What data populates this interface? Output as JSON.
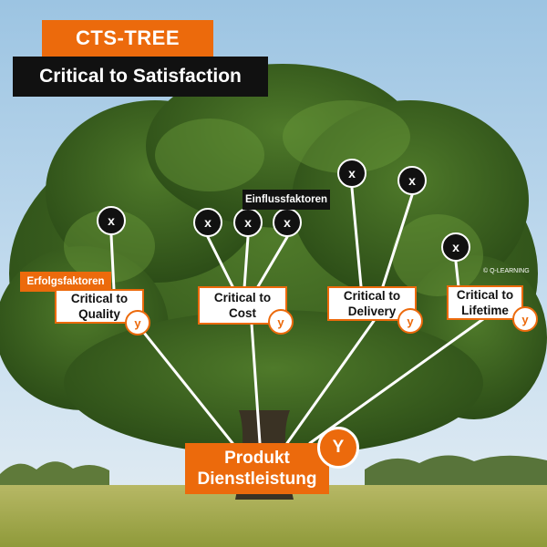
{
  "header": {
    "title": "CTS-TREE",
    "subtitle": "Critical to Satisfaction"
  },
  "labels": {
    "success_factors": "Erfolgsfaktoren",
    "influence_factors": "Einflussfaktoren",
    "credit": "© Q-LEARNING"
  },
  "factor_symbol": "x",
  "criteria": [
    {
      "label": "Critical to\nQuality",
      "y": "y"
    },
    {
      "label": "Critical to\nCost",
      "y": "y"
    },
    {
      "label": "Critical to\nDelivery",
      "y": "y"
    },
    {
      "label": "Critical to\nLifetime",
      "y": "y"
    }
  ],
  "root": {
    "label": "Produkt\nDienstleistung",
    "y": "Y"
  },
  "colors": {
    "accent": "#ec6a0c",
    "dark": "#111111",
    "line": "#ffffff"
  }
}
